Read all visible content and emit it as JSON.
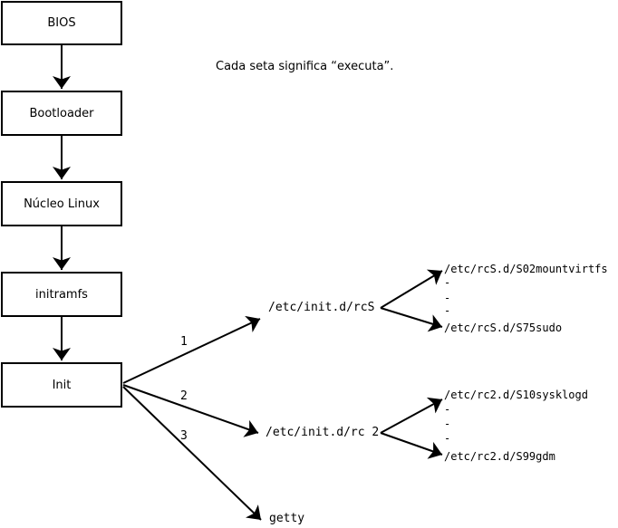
{
  "colors": {
    "background": "#ffffff",
    "line": "#000000",
    "text": "#000000"
  },
  "note": "Cada seta significa “executa”.",
  "flow_boxes": [
    {
      "label": "BIOS"
    },
    {
      "label": "Bootloader"
    },
    {
      "label": "Núcleo Linux"
    },
    {
      "label": "initramfs"
    },
    {
      "label": "Init"
    }
  ],
  "init_branches": [
    {
      "number": "1",
      "label": "/etc/init.d/rcS"
    },
    {
      "number": "2",
      "label": "/etc/init.d/rc 2"
    },
    {
      "number": "3",
      "label": "getty"
    }
  ],
  "rcS_scripts": [
    "/etc/rcS.d/S02mountvirtfs",
    "-",
    "-",
    "-",
    "/etc/rcS.d/S75sudo"
  ],
  "rc2_scripts": [
    "/etc/rc2.d/S10sysklogd",
    "-",
    "-",
    "-",
    "/etc/rc2.d/S99gdm"
  ]
}
